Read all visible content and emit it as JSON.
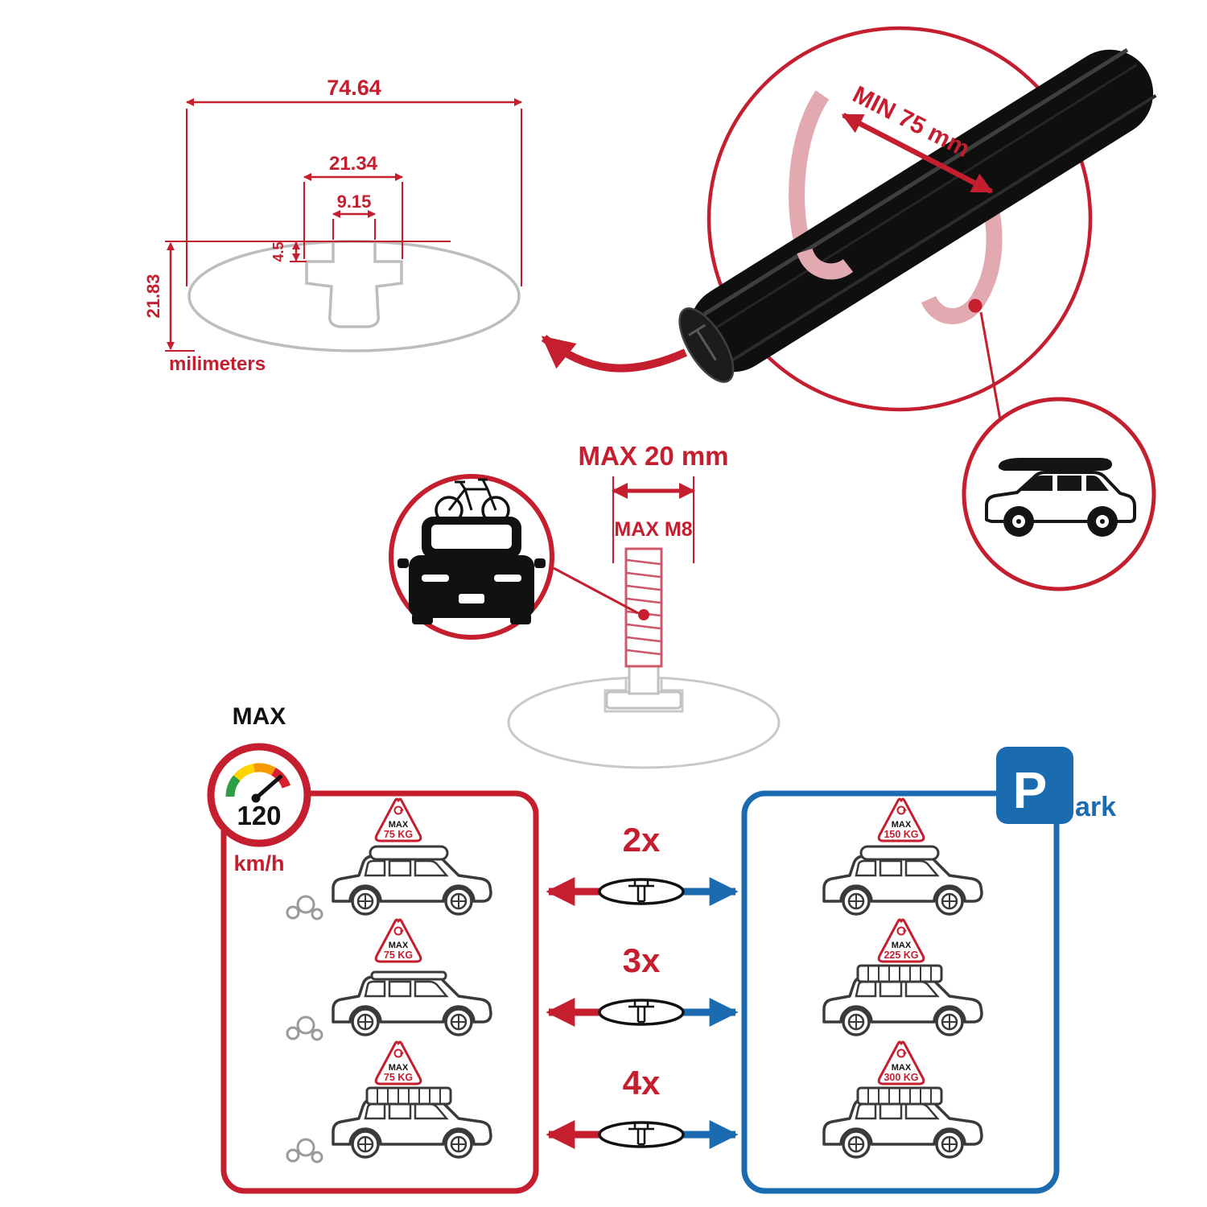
{
  "colors": {
    "accent_red": "#c41e2f",
    "parking_blue": "#1b6bb0",
    "bar_black": "#0f0f0f",
    "profile_gray": "#bdbdbd",
    "clamp_pink": "#e2a9b1",
    "gauge_green": "#2e9e44",
    "gauge_yellow": "#ffd400",
    "gauge_orange": "#f59a00",
    "gauge_red": "#d91f2c"
  },
  "icons": {
    "speed_gauge": "speedometer-icon",
    "parking": "parking-sign-icon",
    "bar_profile": "crossbar-profile-icon",
    "load_sign": "roof-load-sign-icon",
    "car_side": "car-side-icon",
    "suv_roofbox": "suv-with-roofbox-icon",
    "car_front_bike": "car-front-with-bike-icon",
    "bolt": "hammer-bolt-icon"
  },
  "cross_section": {
    "width_outer": "74.64",
    "slot_outer": "21.34",
    "slot_throat": "9.15",
    "lip_depth": "4.5",
    "height": "21.83",
    "units_label": "milimeters"
  },
  "bar_render": {
    "min_span_label": "MIN 75 mm"
  },
  "bolt": {
    "max_width_label": "MAX 20 mm",
    "max_thread_label": "MAX M8"
  },
  "speed_limit": {
    "title": "MAX",
    "value": "120",
    "units": "km/h"
  },
  "parking_sign": {
    "letter": "P",
    "suffix": "ark"
  },
  "bar_counts": {
    "rows": [
      "2x",
      "3x",
      "4x"
    ]
  },
  "driving_column": {
    "cars": [
      {
        "max_label": "MAX",
        "load": "75 KG"
      },
      {
        "max_label": "MAX",
        "load": "75 KG"
      },
      {
        "max_label": "MAX",
        "load": "75 KG"
      }
    ]
  },
  "parked_column": {
    "cars": [
      {
        "max_label": "MAX",
        "load": "150 KG"
      },
      {
        "max_label": "MAX",
        "load": "225 KG"
      },
      {
        "max_label": "MAX",
        "load": "300 KG"
      }
    ]
  }
}
